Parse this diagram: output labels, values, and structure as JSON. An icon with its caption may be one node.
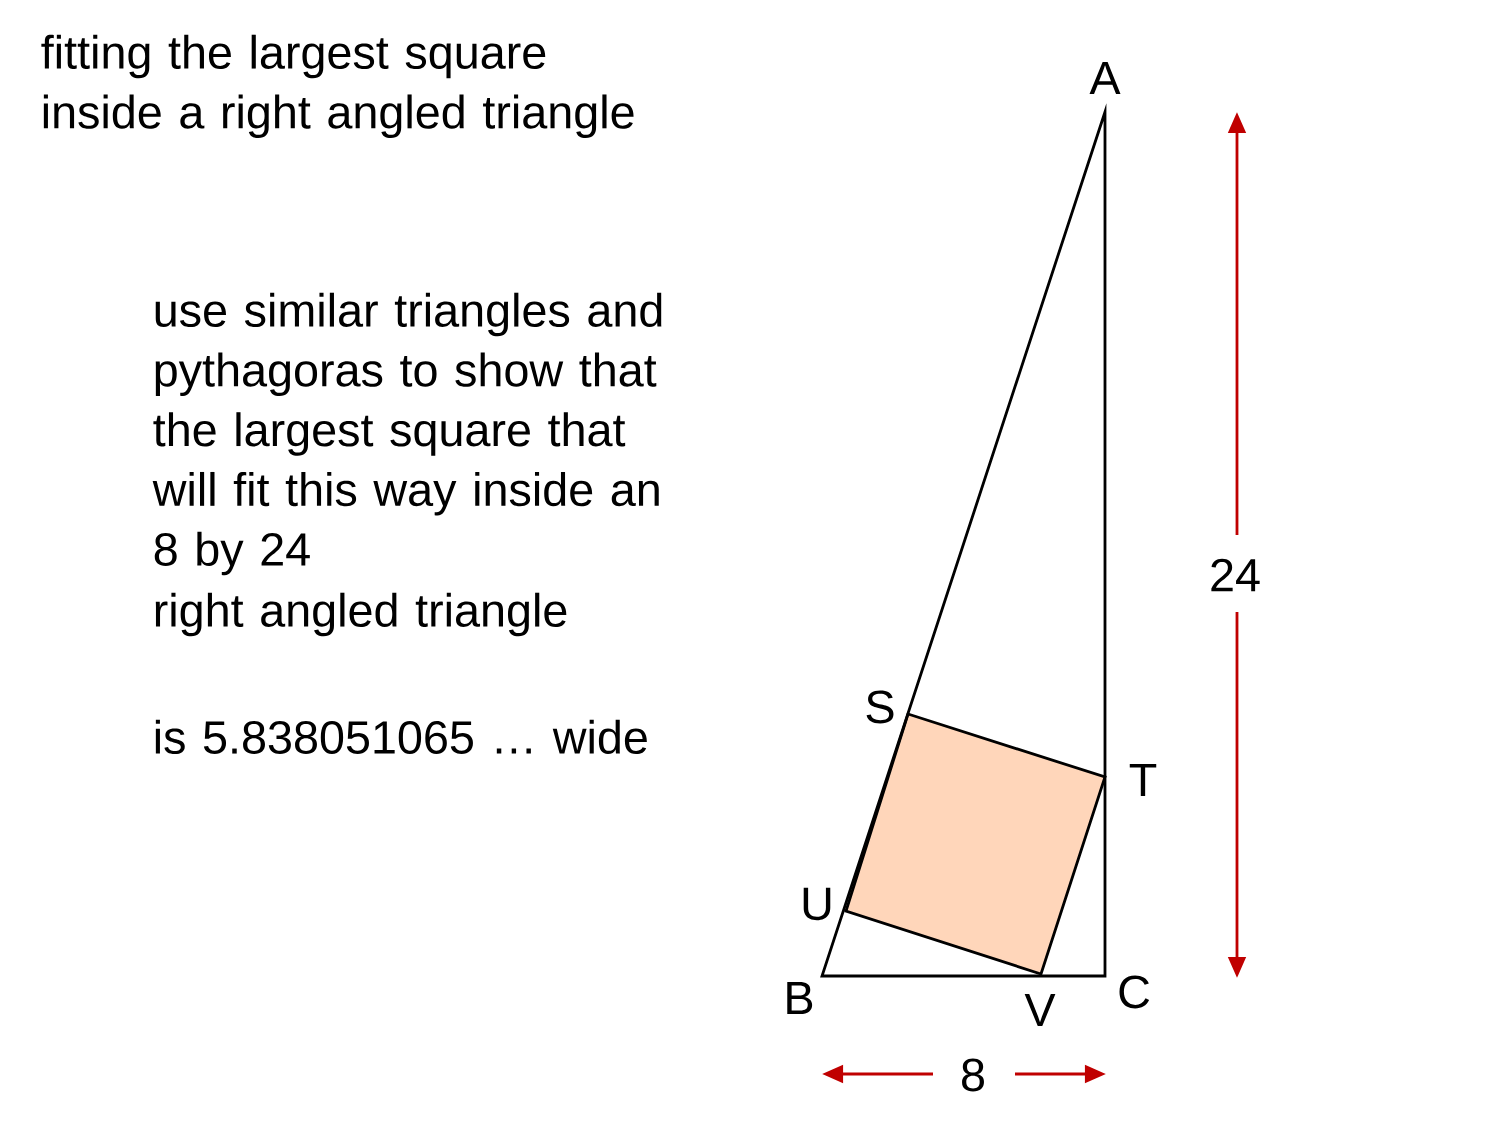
{
  "diagram": {
    "title": "fitting the largest square inside a right angled triangle",
    "labels": [
      "use similar triangles and pythagoras to show that the largest square that will fit this way inside an 8 by 24",
      "right angled triangle",
      "is  5.838051065 … wide",
      "A",
      "S",
      "T",
      "U",
      "B",
      "V",
      "C",
      "24",
      "8"
    ]
  }
}
